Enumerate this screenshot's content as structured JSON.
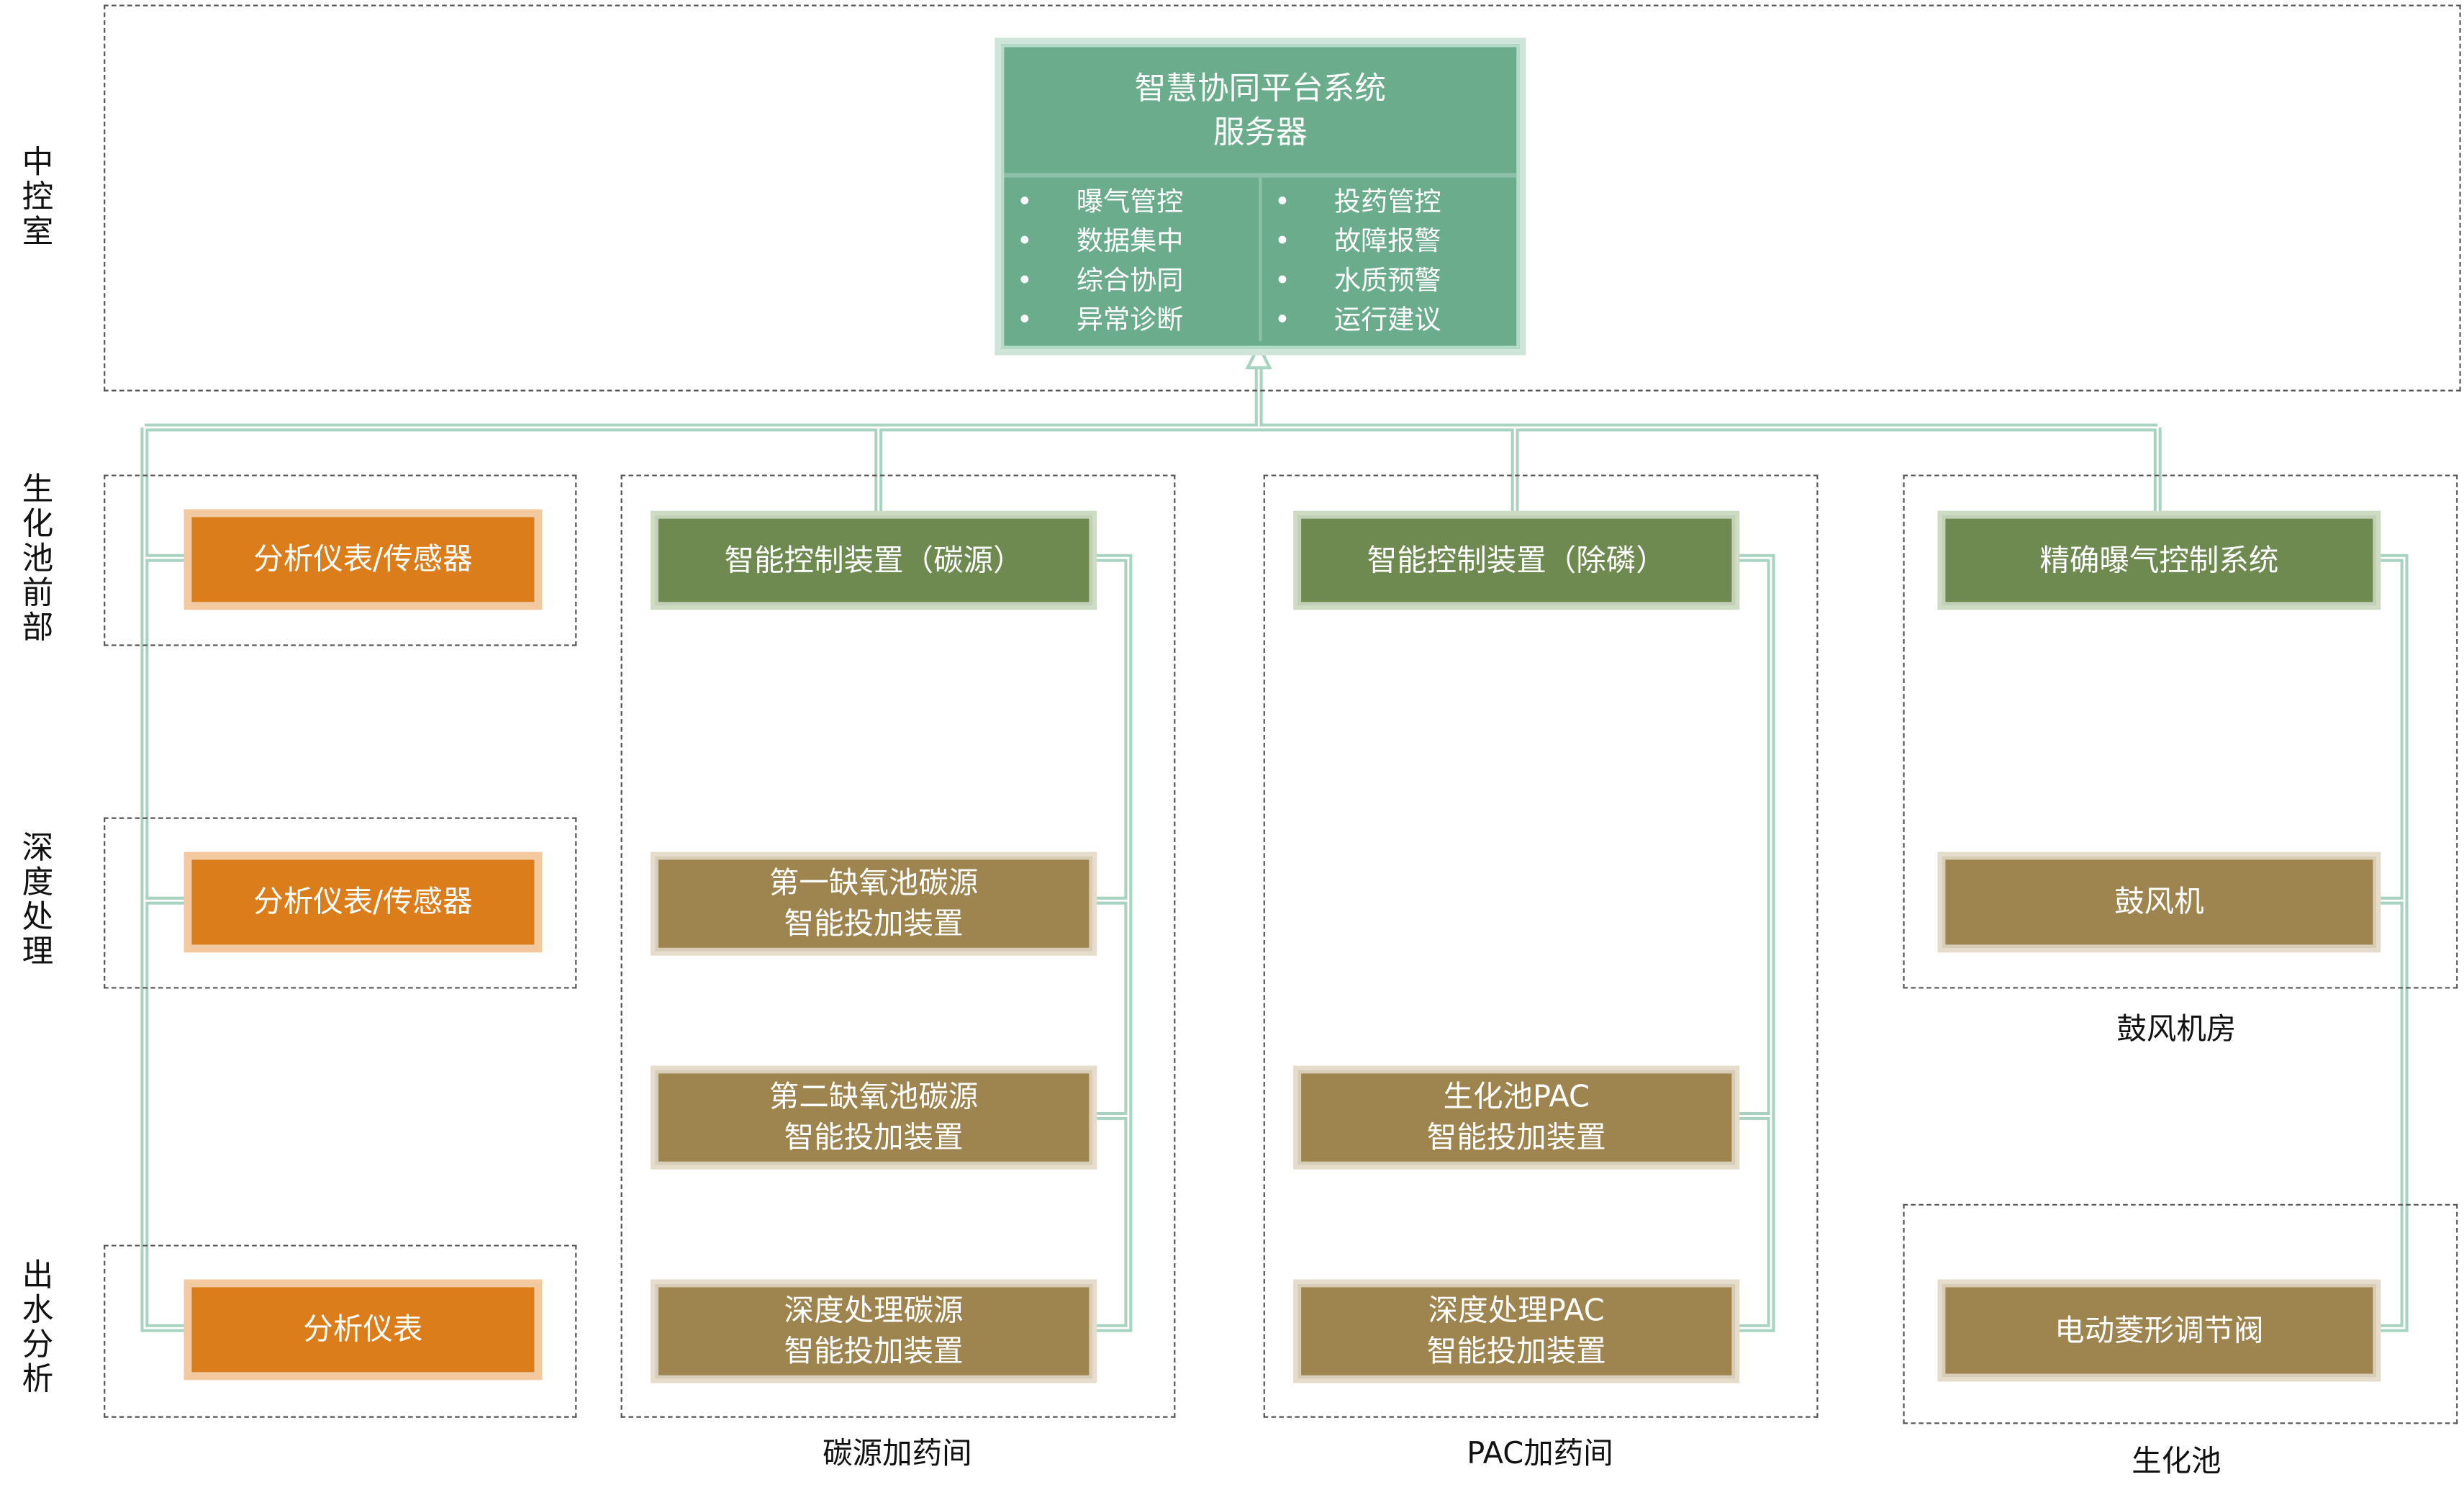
{
  "zones": {
    "control_room": "中控室",
    "bio_front": "生化池前部",
    "advanced": "深度处理",
    "effluent": "出水分析"
  },
  "server": {
    "title": "智慧协同平台系统",
    "subtitle": "服务器",
    "left_items": [
      "曝气管控",
      "数据集中",
      "综合协同",
      "异常诊断"
    ],
    "right_items": [
      "投药管控",
      "故障报警",
      "水质预警",
      "运行建议"
    ]
  },
  "sensors": [
    "分析仪表/传感器",
    "分析仪表/传感器",
    "分析仪表"
  ],
  "carbon": {
    "controller": "智能控制装置（碳源）",
    "devices": [
      "第一缺氧池碳源\n智能投加装置",
      "第二缺氧池碳源\n智能投加装置",
      "深度处理碳源\n智能投加装置"
    ],
    "caption": "碳源加药间"
  },
  "pac": {
    "controller": "智能控制装置（除磷）",
    "devices": [
      "生化池PAC\n智能投加装置",
      "深度处理PAC\n智能投加装置"
    ],
    "caption": "PAC加药间"
  },
  "aeration": {
    "controller": "精确曝气控制系统",
    "blower": "鼓风机",
    "blower_caption": "鼓风机房",
    "valve": "电动菱形调节阀",
    "valve_caption": "生化池"
  },
  "colors": {
    "server": "#6aac8c",
    "sensor": "#dc7d1c",
    "controller": "#6e8a50",
    "device": "#9e844e",
    "connector": "#a9d3c1"
  }
}
